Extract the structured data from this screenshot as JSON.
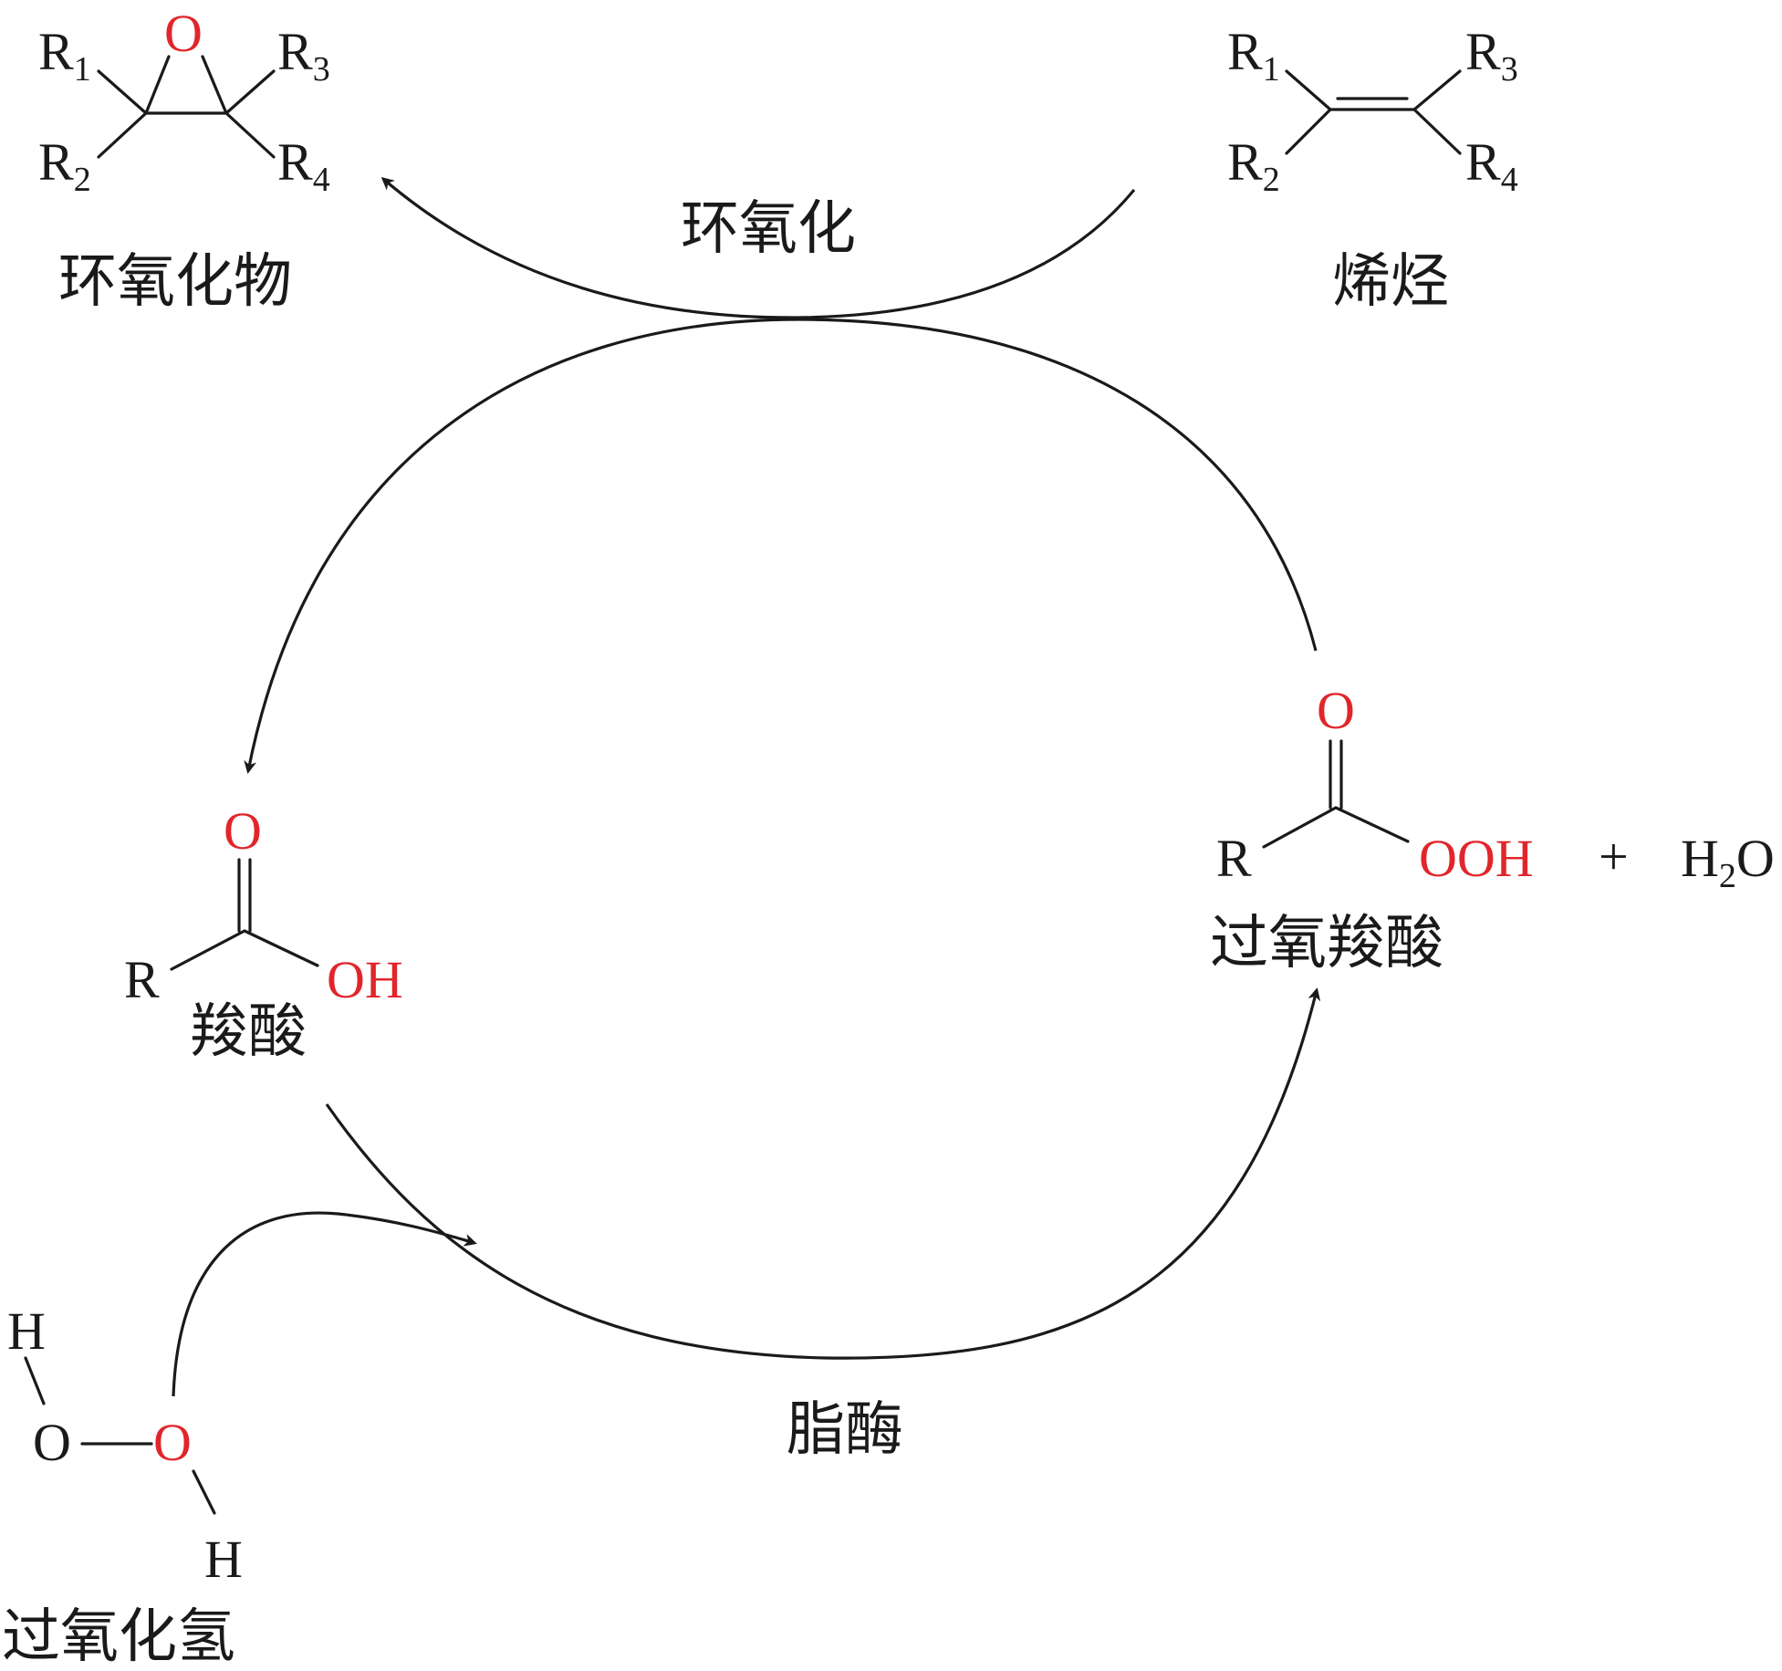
{
  "colors": {
    "ink": "#1a1a1a",
    "oxygen": "#e0262b",
    "background": "#ffffff"
  },
  "labels": {
    "epoxide": "环氧化物",
    "alkene": "烯烃",
    "epoxidation": "环氧化",
    "carboxylic_acid": "羧酸",
    "peroxy_acid": "过氧羧酸",
    "hydrogen_peroxide": "过氧化氢",
    "lipase": "脂酶"
  },
  "atoms": {
    "R": "R",
    "O": "O",
    "OH": "OH",
    "OOH": "OOH",
    "H": "H",
    "plus": "+",
    "water_H": "H",
    "water_sub": "2",
    "water_O": "O",
    "sub1": "1",
    "sub2": "2",
    "sub3": "3",
    "sub4": "4"
  }
}
